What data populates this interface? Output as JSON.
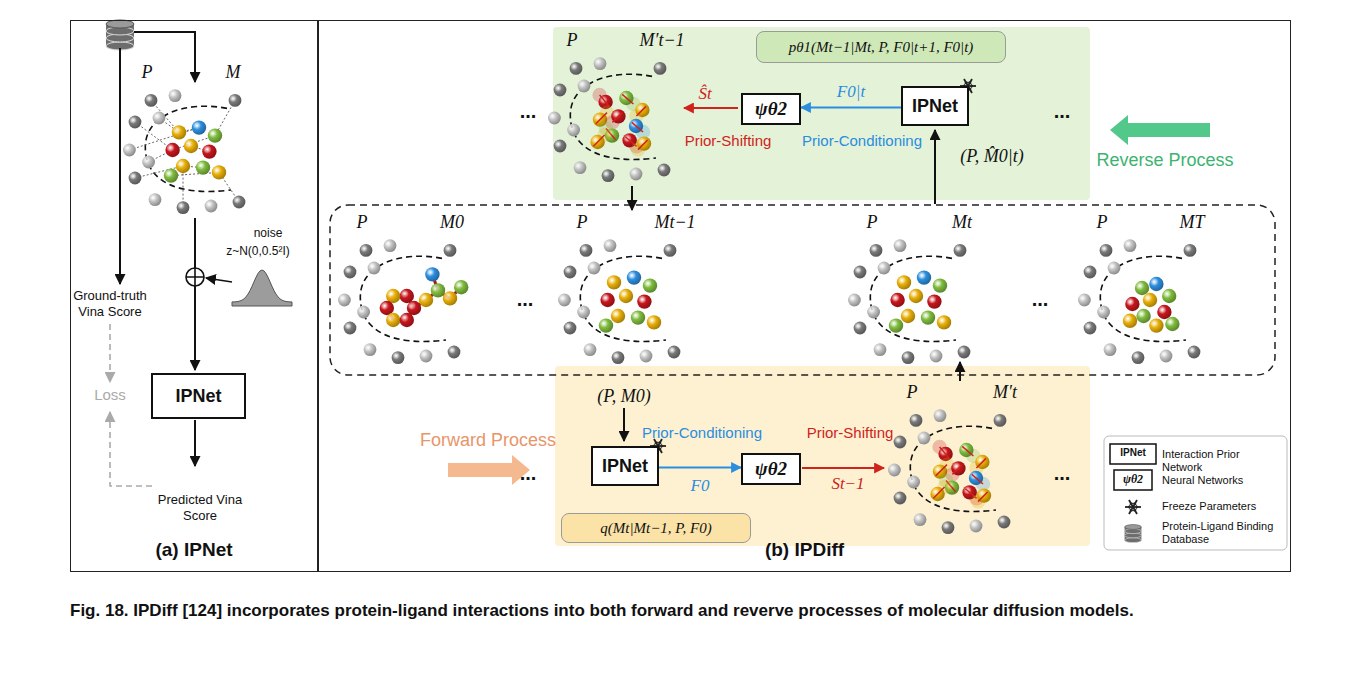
{
  "diagram": {
    "caption": "Fig. 18. IPDiff [124] incorporates protein-ligand interactions into both forward and reverve processes of molecular diffusion models.",
    "nodes": [
      {
        "text": [
          "(a) IPNet"
        ]
      },
      {
        "text": [
          "IPNet"
        ],
        "in": 0
      },
      {
        "text": [
          "(b) IPDiff"
        ]
      },
      {
        "text": [
          "pθ1(Mt−1|Mt, P, F0|t+1, F0|t)"
        ],
        "in": 2
      },
      {
        "text": [
          "ψθ2"
        ],
        "in": 2
      },
      {
        "text": [
          "IPNet"
        ],
        "in": 2
      },
      {
        "text": [
          "IPNet"
        ],
        "in": 2
      },
      {
        "text": [
          "ψθ2"
        ],
        "in": 2
      },
      {
        "text": [
          "q(Mt|Mt−1, P, F0)"
        ],
        "in": 2
      }
    ],
    "edges": [
      {
        "from": 5,
        "to": 4,
        "arrow": "to",
        "label": "F0|t"
      },
      {
        "from": 6,
        "to": 7,
        "arrow": "to",
        "label": "F0"
      }
    ],
    "labels": [
      "P",
      "M",
      "Ground-truth Vina Score",
      "noise",
      "z~N(0,0.5²I)",
      "Loss",
      "Predicted Vina Score",
      "P",
      "M′t−1",
      "Ŝt",
      "Prior-Shifting",
      "Prior-Conditioning",
      "(P, M̂0|t)",
      "Reverse Process",
      "...",
      "...",
      "P",
      "M0",
      "...",
      "P",
      "Mt−1",
      "P",
      "Mt",
      "...",
      "P",
      "MT",
      "(P, M0)",
      "Prior-Conditioning",
      "Prior-Shifting",
      "St−1",
      "P",
      "M′t",
      "Forward Process",
      "...",
      "...",
      "IPNet",
      "ψθ2"
    ],
    "legend": [
      {
        "text": "Interaction Prior Network"
      },
      {
        "text": "Neural Networks"
      },
      {
        "text": "Freeze Parameters"
      },
      {
        "text": "Protein-Ligand Binding Database"
      }
    ]
  }
}
